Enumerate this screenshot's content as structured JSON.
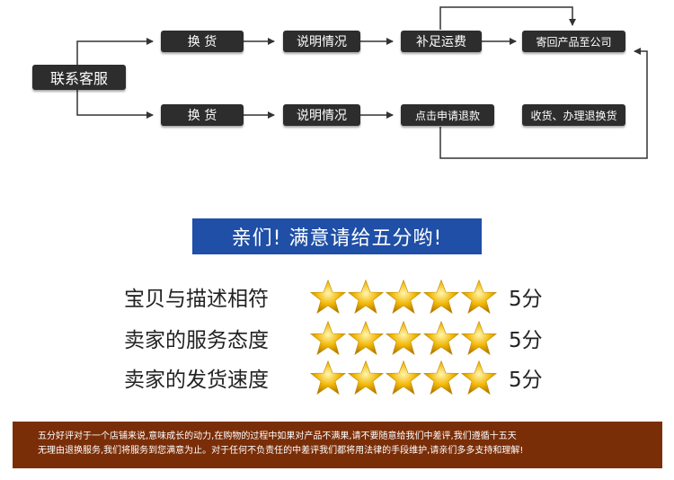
{
  "flow": {
    "start": "联系客服",
    "top_row": [
      "换 货",
      "说明情况",
      "补足运费",
      "寄回产品至公司"
    ],
    "bottom_row": [
      "换 货",
      "说明情况",
      "点击申请退款",
      "收货、办理退换货"
    ]
  },
  "banner": {
    "text": "亲们! 满意请给五分哟!"
  },
  "ratings": [
    {
      "label": "宝贝与描述相符",
      "stars": 5,
      "score": "5分"
    },
    {
      "label": "卖家的服务态度",
      "stars": 5,
      "score": "5分"
    },
    {
      "label": "卖家的发货速度",
      "stars": 5,
      "score": "5分"
    }
  ],
  "footer": {
    "line1": "五分好评对于一个店铺来说,意味成长的动力,在购物的过程中如果对产品不满果,请不要随意给我们中差评,我们遵循十五天",
    "line2": "无理由退换服务,我们将服务到您满意为止。对于任何不负责任的中差评我们都将用法律的手段维护,请亲们多多支持和理解!"
  },
  "colors": {
    "box": "#2d2d2d",
    "banner": "#1f4fa6",
    "footer": "#7a2e08",
    "star_gold": "#f2b705"
  }
}
